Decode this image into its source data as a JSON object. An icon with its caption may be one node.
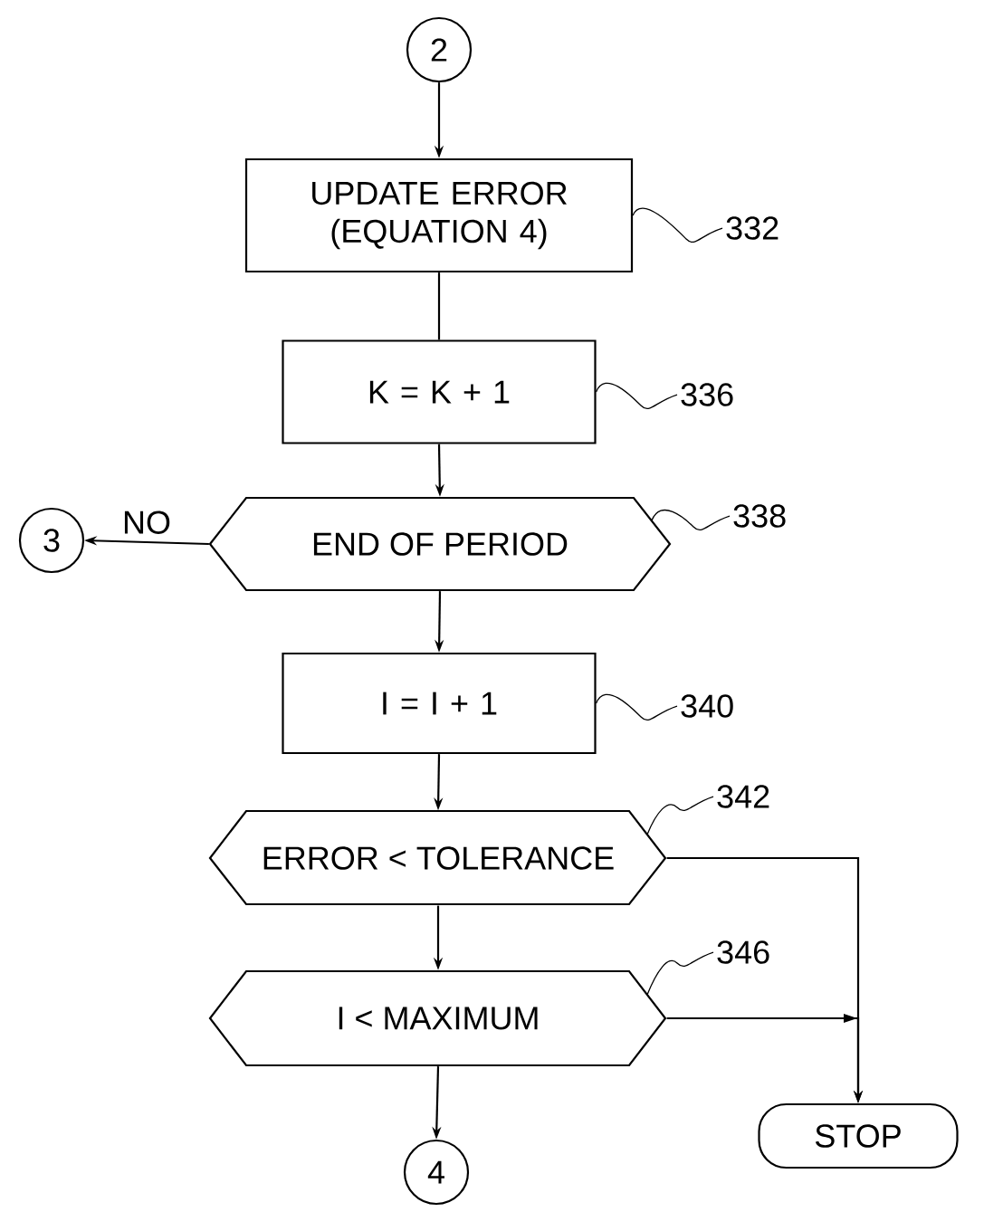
{
  "diagram": {
    "nodes": [
      {
        "text": [
          "2"
        ]
      },
      {
        "text": [
          "UPDATE ERROR (EQUATION 4)"
        ]
      },
      {
        "text": [
          "K = K + 1"
        ]
      },
      {
        "text": [
          "END OF PERIOD"
        ]
      },
      {
        "text": [
          "3"
        ]
      },
      {
        "text": [
          "I = I + 1"
        ]
      },
      {
        "text": [
          "ERROR < TOLERANCE"
        ]
      },
      {
        "text": [
          "I < MAXIMUM"
        ]
      },
      {
        "text": [
          "4"
        ]
      },
      {
        "text": [
          "STOP"
        ]
      },
      {
        "text": [
          "332"
        ]
      },
      {
        "text": [
          "336"
        ]
      },
      {
        "text": [
          "338"
        ]
      },
      {
        "text": [
          "340"
        ]
      },
      {
        "text": [
          "342"
        ]
      },
      {
        "text": [
          "346"
        ]
      }
    ],
    "edges": [
      {
        "from": 0,
        "to": 1,
        "arrow": "to"
      },
      {
        "from": 1,
        "to": 2,
        "arrow": "none"
      },
      {
        "from": 2,
        "to": 3,
        "arrow": "to"
      },
      {
        "from": 3,
        "to": 4,
        "arrow": "to",
        "label": "NO"
      },
      {
        "from": 3,
        "to": 5,
        "arrow": "to"
      },
      {
        "from": 5,
        "to": 6,
        "arrow": "to"
      },
      {
        "from": 6,
        "to": 9,
        "arrow": "to"
      },
      {
        "from": 6,
        "to": 7,
        "arrow": "to"
      },
      {
        "from": 7,
        "to": 9,
        "arrow": "to"
      },
      {
        "from": 7,
        "to": 8,
        "arrow": "to"
      },
      {
        "from": 10,
        "to": 1,
        "arrow": "none"
      },
      {
        "from": 11,
        "to": 2,
        "arrow": "none"
      },
      {
        "from": 12,
        "to": 3,
        "arrow": "none"
      },
      {
        "from": 13,
        "to": 5,
        "arrow": "none"
      },
      {
        "from": 14,
        "to": 6,
        "arrow": "none"
      },
      {
        "from": 15,
        "to": 7,
        "arrow": "none"
      }
    ]
  }
}
